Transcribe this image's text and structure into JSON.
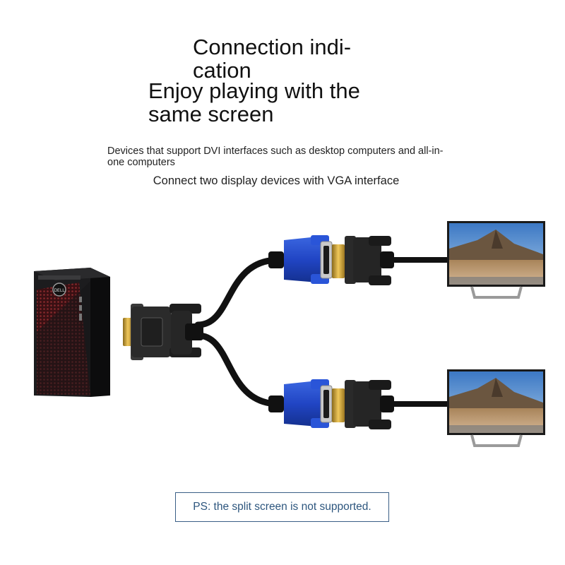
{
  "heading": {
    "line1": "Connection indi-\ncation",
    "line2": "Enjoy playing with the same screen"
  },
  "description": "Devices that support DVI interfaces such as desktop computers and all-in-one computers",
  "subheading": "Connect two display devices with VGA interface",
  "note": "PS: the split screen is not supported.",
  "computer": {
    "brand": "DELL"
  },
  "colors": {
    "vga_connector": "#2145c4",
    "dvi_connector": "#2b2b2b",
    "cable": "#111111",
    "note_border": "#3a5f86",
    "note_text": "#2d567e"
  },
  "icons": [
    "desktop-computer",
    "dvi-splitter-cable",
    "vga-connector",
    "monitor"
  ]
}
